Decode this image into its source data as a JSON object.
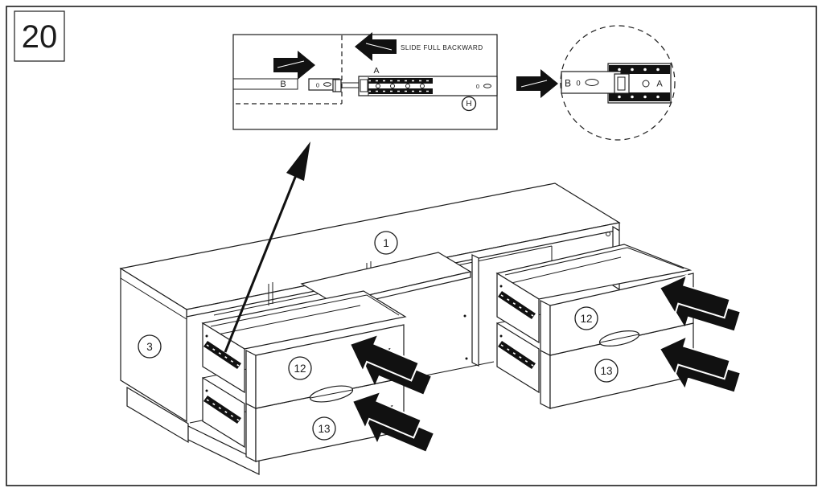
{
  "page": {
    "step_number": "20"
  },
  "colors": {
    "line": "#1c1c1c",
    "arrow_fill": "#111111",
    "background": "#ffffff"
  },
  "inset": {
    "instruction": "SLIDE FULL BACKWARD",
    "rail_a_label": "A",
    "rail_b_label": "B",
    "hole_mark": "0",
    "hardware_letter": "H"
  },
  "detail_circle": {
    "rail_b_label": "B",
    "hole_mark": "0",
    "rail_a_label": "A"
  },
  "cabinet": {
    "top_panel_label": "1",
    "side_panel_label": "3",
    "upper_drawer_label": "12",
    "lower_drawer_label": "13"
  }
}
